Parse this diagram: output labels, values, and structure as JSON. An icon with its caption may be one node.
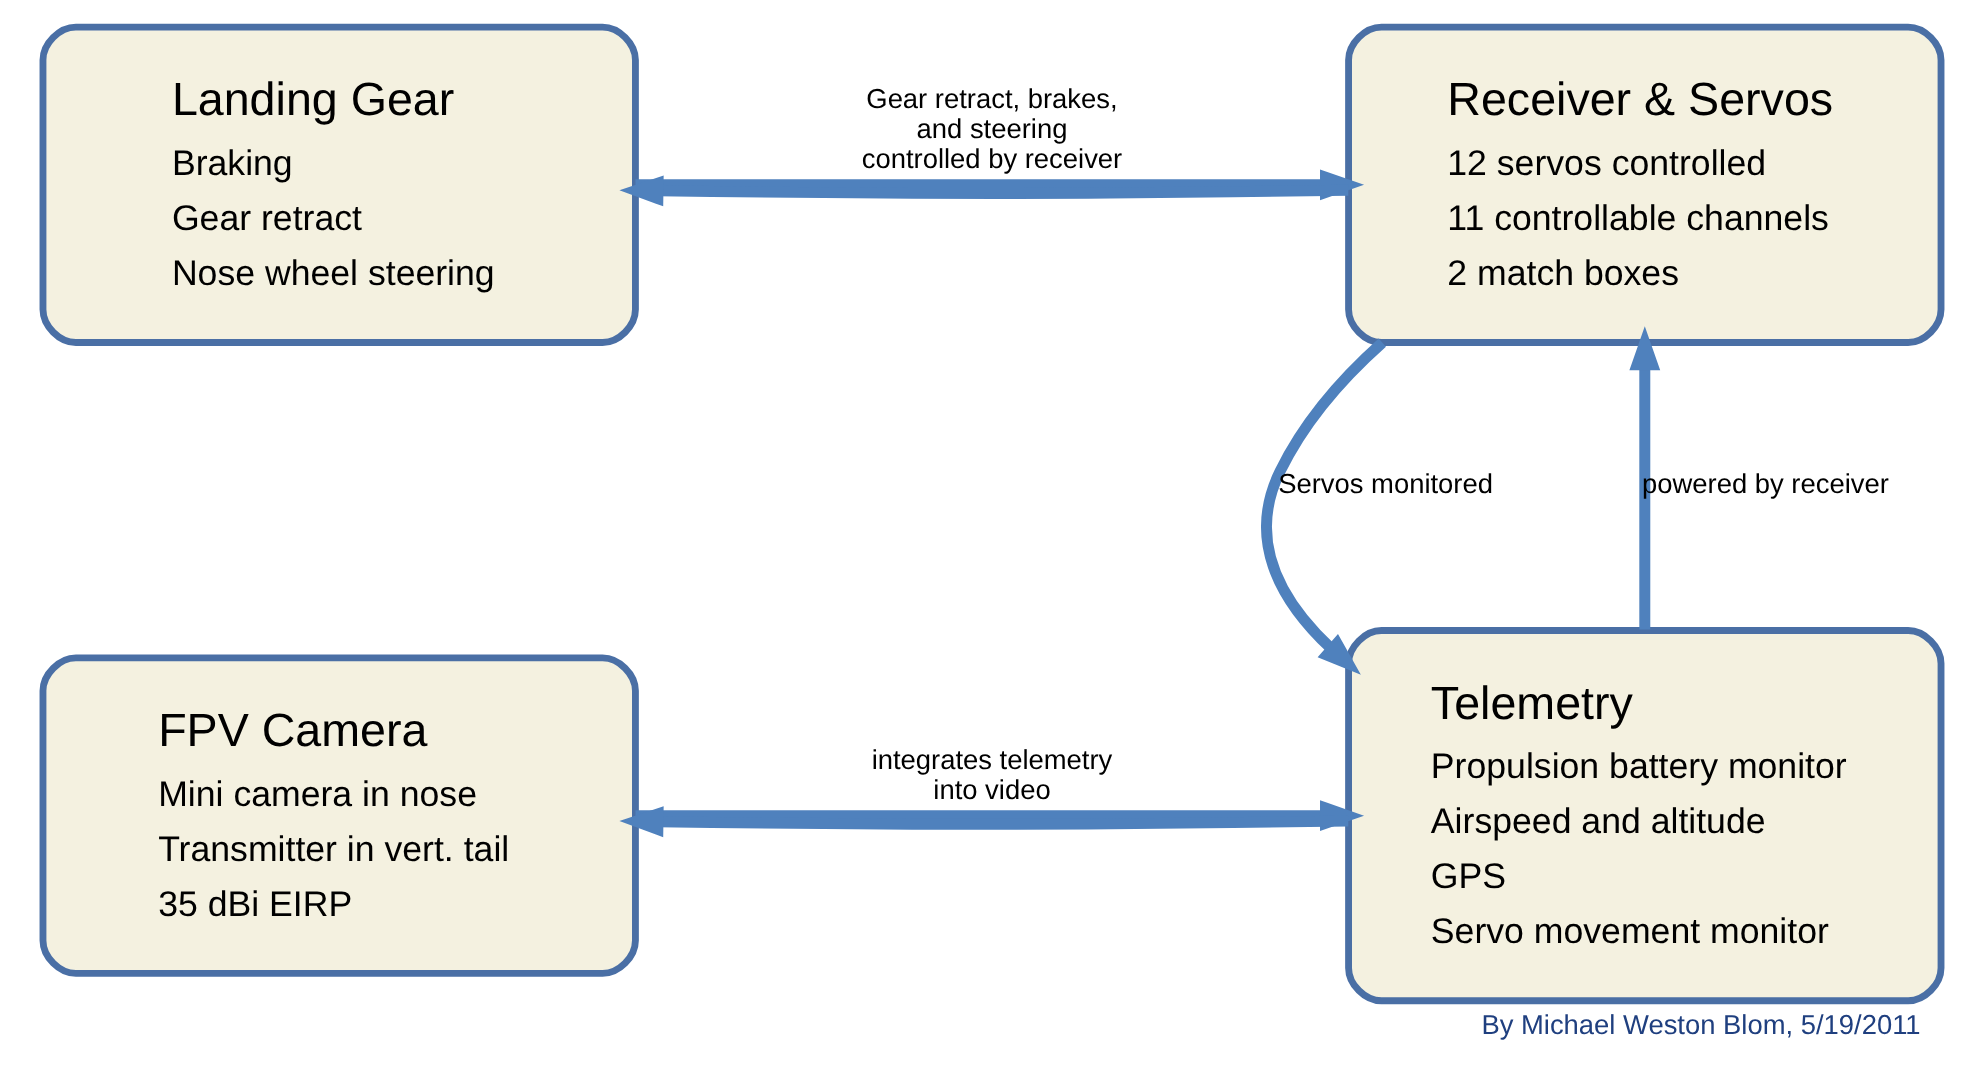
{
  "diagram": {
    "caption": "By Michael Weston Blom, 5/19/2011",
    "nodes": [
      {
        "text": [
          "Landing Gear",
          "Braking",
          "Gear retract",
          "Nose wheel steering"
        ]
      },
      {
        "text": [
          "Receiver & Servos",
          "12 servos controlled",
          "11 controllable channels",
          "2 match boxes"
        ]
      },
      {
        "text": [
          "FPV Camera",
          "Mini camera in nose",
          "Transmitter in vert. tail",
          "35 dBi EIRP"
        ]
      },
      {
        "text": [
          "Telemetry",
          "Propulsion battery monitor",
          "Airspeed and altitude",
          "GPS",
          "Servo movement monitor"
        ]
      }
    ],
    "edges": [
      {
        "from": 0,
        "to": 1,
        "arrow": "to",
        "label": "Gear retract, brakes, and steering controlled by receiver"
      },
      {
        "from": 1,
        "to": 0,
        "arrow": "to"
      },
      {
        "from": 1,
        "to": 3,
        "arrow": "to",
        "label": "Servos monitored"
      },
      {
        "from": 3,
        "to": 1,
        "arrow": "to",
        "label": "powered by receiver"
      },
      {
        "from": 2,
        "to": 3,
        "arrow": "to",
        "label": "integrates telemetry into video"
      },
      {
        "from": 3,
        "to": 2,
        "arrow": "to"
      }
    ]
  }
}
